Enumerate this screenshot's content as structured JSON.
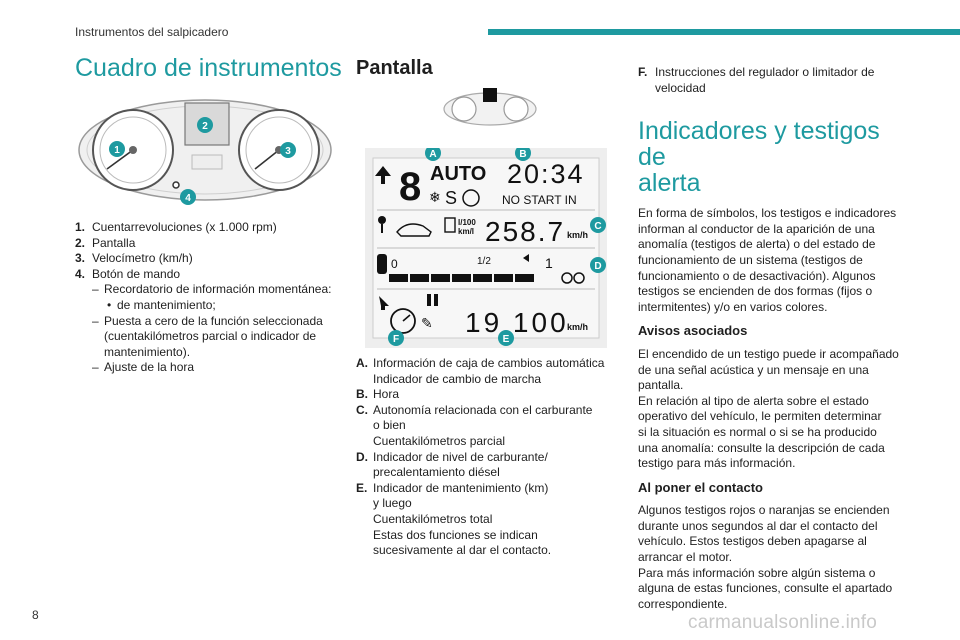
{
  "header": {
    "section_title": "Instrumentos del salpicadero"
  },
  "page_number": "8",
  "watermark": "carmanualsonline.info",
  "colors": {
    "accent": "#1e9aa0",
    "text": "#1f1f1f",
    "badge": "#1e9aa0"
  },
  "col1": {
    "title": "Cuadro de instrumentos",
    "figure_callouts": [
      "1",
      "2",
      "3",
      "4"
    ],
    "items": [
      {
        "key": "1.",
        "text": "Cuentarrevoluciones (x 1.000 rpm)"
      },
      {
        "key": "2.",
        "text": "Pantalla"
      },
      {
        "key": "3.",
        "text": "Velocímetro (km/h)"
      },
      {
        "key": "4.",
        "text": "Botón de mando"
      }
    ],
    "sub_items": {
      "recordatorio": "Recordatorio de información momentánea:",
      "mantenimiento_bullet": "de mantenimiento;",
      "puesta_lines": [
        "Puesta a cero de la función seleccionada",
        "(cuentakilómetros parcial o indicador de",
        "mantenimiento)."
      ],
      "ajuste": "Ajuste de la hora"
    }
  },
  "col2": {
    "title": "Pantalla",
    "display": {
      "gear": "8",
      "auto": "AUTO",
      "s": "S",
      "time": "20:34",
      "no_start": "NO START IN",
      "consumption_unit_top": "l/100",
      "consumption_unit_bottom": "km/l",
      "range": "258.7",
      "range_unit": "km/h",
      "fuel_zero": "0",
      "fuel_half": "1/2",
      "fuel_full": "1",
      "odometer": "19 100",
      "odometer_unit": "km/h",
      "callouts": [
        "A",
        "B",
        "C",
        "D",
        "E",
        "F"
      ]
    },
    "legend": [
      {
        "key": "A.",
        "lines": [
          "Información de caja de cambios automática",
          "Indicador de cambio de marcha"
        ]
      },
      {
        "key": "B.",
        "lines": [
          "Hora"
        ]
      },
      {
        "key": "C.",
        "lines": [
          "Autonomía relacionada con el carburante",
          "o bien",
          "Cuentakilómetros parcial"
        ]
      },
      {
        "key": "D.",
        "lines": [
          "Indicador de nivel de carburante/",
          "precalentamiento diésel"
        ]
      },
      {
        "key": "E.",
        "lines": [
          "Indicador de mantenimiento (km)",
          "y luego",
          "Cuentakilómetros total",
          "Estas dos funciones se indican",
          "sucesivamente al dar el contacto."
        ]
      }
    ]
  },
  "col3": {
    "item_f": {
      "key": "F.",
      "lines": [
        "Instrucciones del regulador o limitador de",
        "velocidad"
      ]
    },
    "title_lines": [
      "Indicadores y testigos de",
      "alerta"
    ],
    "intro_lines": [
      "En forma de símbolos, los testigos e indicadores",
      "informan al conductor de la aparición de una",
      "anomalía (testigos de alerta) o del estado de",
      "funcionamiento de un sistema (testigos de",
      "funcionamiento o de desactivación). Algunos",
      "testigos se encienden de dos formas (fijos o",
      "intermitentes) y/o en varios colores."
    ],
    "avisos_heading": "Avisos asociados",
    "avisos_p1_lines": [
      "El encendido de un testigo puede ir acompañado",
      "de una señal acústica y un mensaje en una",
      "pantalla."
    ],
    "avisos_p2_lines": [
      "En relación al tipo de alerta sobre el estado",
      "operativo del vehículo, le permiten determinar",
      "si la situación es normal o si se ha producido",
      "una anomalía: consulte la descripción de cada",
      "testigo para más información."
    ],
    "contacto_heading": "Al poner el contacto",
    "contacto_p1_lines": [
      "Algunos testigos rojos o naranjas se encienden",
      "durante unos segundos al dar el contacto del",
      "vehículo. Estos testigos deben apagarse al",
      "arrancar el motor."
    ],
    "contacto_p2_lines": [
      "Para más información sobre algún sistema o",
      "alguna de estas funciones, consulte el apartado",
      "correspondiente."
    ]
  }
}
